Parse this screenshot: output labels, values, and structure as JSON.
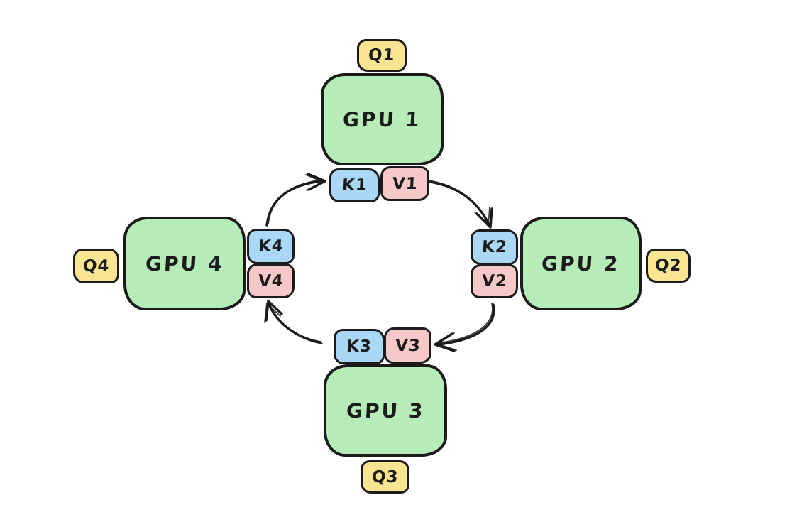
{
  "diagram": {
    "colors": {
      "gpu_fill": "#b5ecb8",
      "k_fill": "#abd7f6",
      "v_fill": "#f6c8c7",
      "q_fill": "#f8e491",
      "stroke": "#1b1b1b"
    },
    "nodes": {
      "gpu1": {
        "label": "GPU 1",
        "q": "Q1",
        "k": "K1",
        "v": "V1"
      },
      "gpu2": {
        "label": "GPU 2",
        "q": "Q2",
        "k": "K2",
        "v": "V2"
      },
      "gpu3": {
        "label": "GPU 3",
        "q": "Q3",
        "k": "K3",
        "v": "V3"
      },
      "gpu4": {
        "label": "GPU 4",
        "q": "Q4",
        "k": "K4",
        "v": "V4"
      }
    },
    "arrows": [
      {
        "from": "K4",
        "to": "K1"
      },
      {
        "from": "V1",
        "to": "K2"
      },
      {
        "from": "V2",
        "to": "V3"
      },
      {
        "from": "K3",
        "to": "V4"
      }
    ]
  }
}
